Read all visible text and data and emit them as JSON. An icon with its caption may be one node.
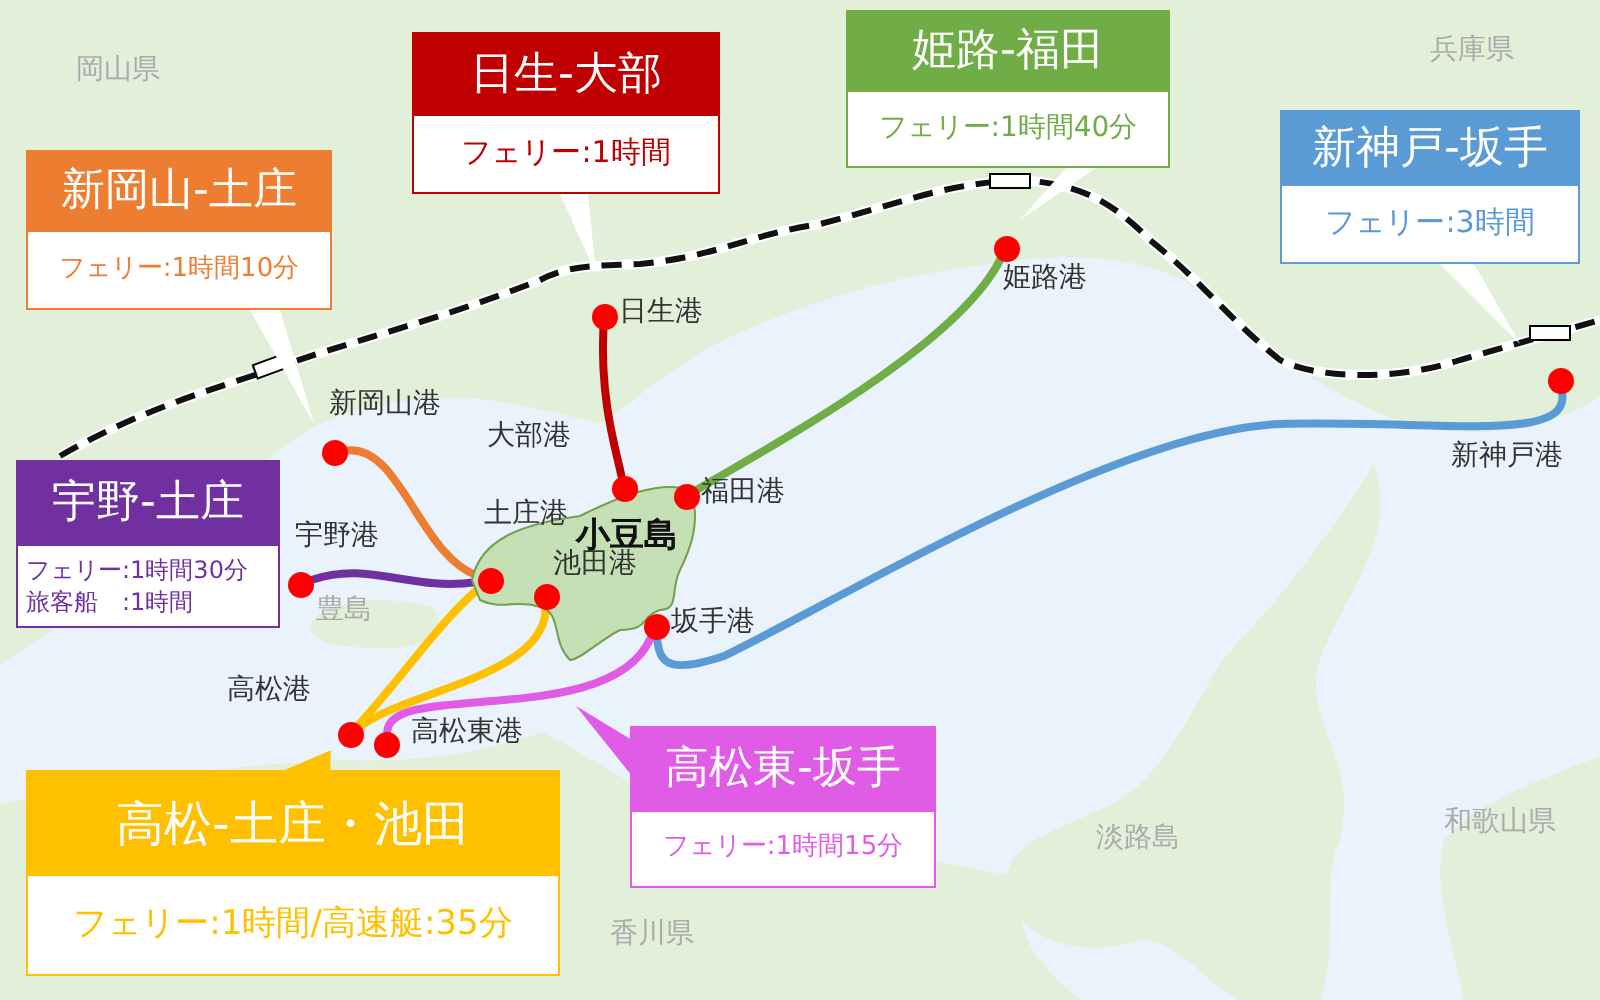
{
  "diagram": {
    "nodes": [
      {
        "text": [
          "日生-大部",
          "フェリー:1時間"
        ]
      },
      {
        "text": [
          "姫路-福田",
          "フェリー:1時間40分"
        ]
      },
      {
        "text": [
          "新神戸-坂手",
          "フェリー:3時間"
        ]
      },
      {
        "text": [
          "新岡山-土庄",
          "フェリー:1時間10分"
        ]
      },
      {
        "text": [
          "宇野-土庄",
          "フェリー:1時間30分",
          "旅客船　:1時間"
        ]
      },
      {
        "text": [
          "高松-土庄・池田",
          "フェリー:1時間/高速艇:35分"
        ]
      },
      {
        "text": [
          "高松東-坂手",
          "フェリー:1時間15分"
        ]
      },
      {
        "text": [
          "小豆島"
        ]
      },
      {
        "text": [],
        "shape": "circle",
        "beside": [
          "日生港"
        ]
      },
      {
        "text": [],
        "shape": "circle",
        "beside": [
          "姫路港"
        ]
      },
      {
        "text": [],
        "shape": "circle",
        "beside": [
          "新神戸港"
        ]
      },
      {
        "text": [],
        "shape": "circle",
        "beside": [
          "新岡山港"
        ]
      },
      {
        "text": [],
        "shape": "circle",
        "beside": [
          "大部港"
        ]
      },
      {
        "text": [],
        "shape": "circle",
        "beside": [
          "福田港"
        ]
      },
      {
        "text": [],
        "shape": "circle",
        "beside": [
          "宇野港"
        ]
      },
      {
        "text": [],
        "shape": "circle",
        "in": 7
      },
      {
        "text": [],
        "shape": "circle",
        "in": 7,
        "beside": [
          "池田港"
        ]
      },
      {
        "text": [],
        "shape": "circle",
        "beside": [
          "坂手港"
        ]
      },
      {
        "text": [],
        "shape": "circle",
        "beside": [
          "高松港"
        ]
      },
      {
        "text": [],
        "shape": "circle",
        "beside": [
          "高松東港"
        ]
      }
    ],
    "edges": [
      {
        "from": 8,
        "to": 12,
        "arrow": "none",
        "color": "#c00000"
      },
      {
        "from": 9,
        "to": 13,
        "arrow": "none",
        "color": "#70ad47"
      },
      {
        "from": 11,
        "to": 15,
        "arrow": "none",
        "color": "#ed7d31"
      },
      {
        "from": 14,
        "to": 15,
        "arrow": "none",
        "color": "#7030a0"
      },
      {
        "from": 18,
        "to": 15,
        "arrow": "none",
        "color": "#ffc000"
      },
      {
        "from": 18,
        "to": 16,
        "arrow": "none",
        "color": "#ffc000"
      },
      {
        "from": 19,
        "to": 17,
        "arrow": "none",
        "color": "#e05ce6"
      },
      {
        "from": 10,
        "to": 17,
        "arrow": "none",
        "color": "#5b9bd5"
      },
      {
        "from": 0,
        "to": null,
        "arrow": "to"
      },
      {
        "from": 1,
        "to": null,
        "arrow": "to"
      },
      {
        "from": 2,
        "to": null,
        "arrow": "to"
      },
      {
        "from": 3,
        "to": null,
        "arrow": "to"
      },
      {
        "from": 5,
        "to": 18,
        "arrow": "to",
        "color": "#ffc000"
      },
      {
        "from": 6,
        "to": null,
        "arrow": "to",
        "color": "#e05ce6"
      }
    ],
    "labels": [
      "岡山県",
      "兵庫県",
      "土庄港",
      "豊島",
      "淡路島",
      "和歌山県",
      "香川県"
    ]
  }
}
